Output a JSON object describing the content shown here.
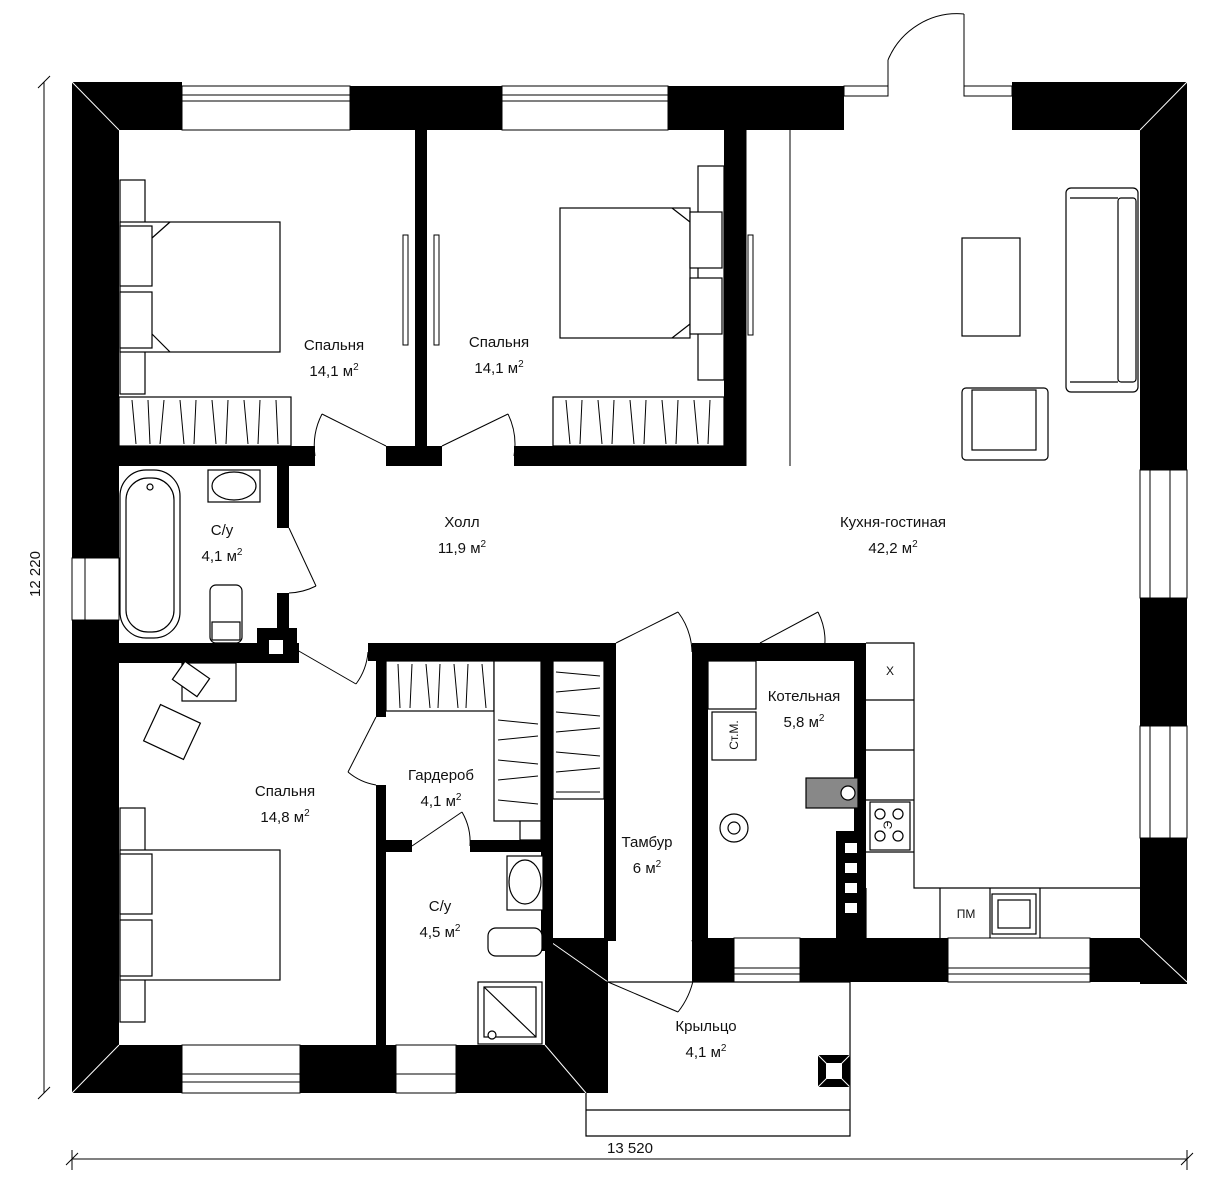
{
  "plan": {
    "dim_width": "13 520",
    "dim_height": "12 220",
    "unit": "м",
    "rooms": [
      {
        "key": "bed1",
        "name": "Спальня",
        "area": "14,1"
      },
      {
        "key": "bed2",
        "name": "Спальня",
        "area": "14,1"
      },
      {
        "key": "bath1",
        "name": "С/у",
        "area": "4,1"
      },
      {
        "key": "hall",
        "name": "Холл",
        "area": "11,9"
      },
      {
        "key": "living",
        "name": "Кухня-гостиная",
        "area": "42,2"
      },
      {
        "key": "boiler",
        "name": "Котельная",
        "area": "5,8"
      },
      {
        "key": "bed3",
        "name": "Спальня",
        "area": "14,8"
      },
      {
        "key": "closet",
        "name": "Гардероб",
        "area": "4,1"
      },
      {
        "key": "vestibule",
        "name": "Тамбур",
        "area": "6"
      },
      {
        "key": "bath2",
        "name": "С/у",
        "area": "4,5"
      },
      {
        "key": "porch",
        "name": "Крыльцо",
        "area": "4,1"
      }
    ],
    "fixtures": {
      "washer": "Ст.М.",
      "dishwasher": "ПМ",
      "fridge": "Х",
      "stove": "Э"
    }
  }
}
